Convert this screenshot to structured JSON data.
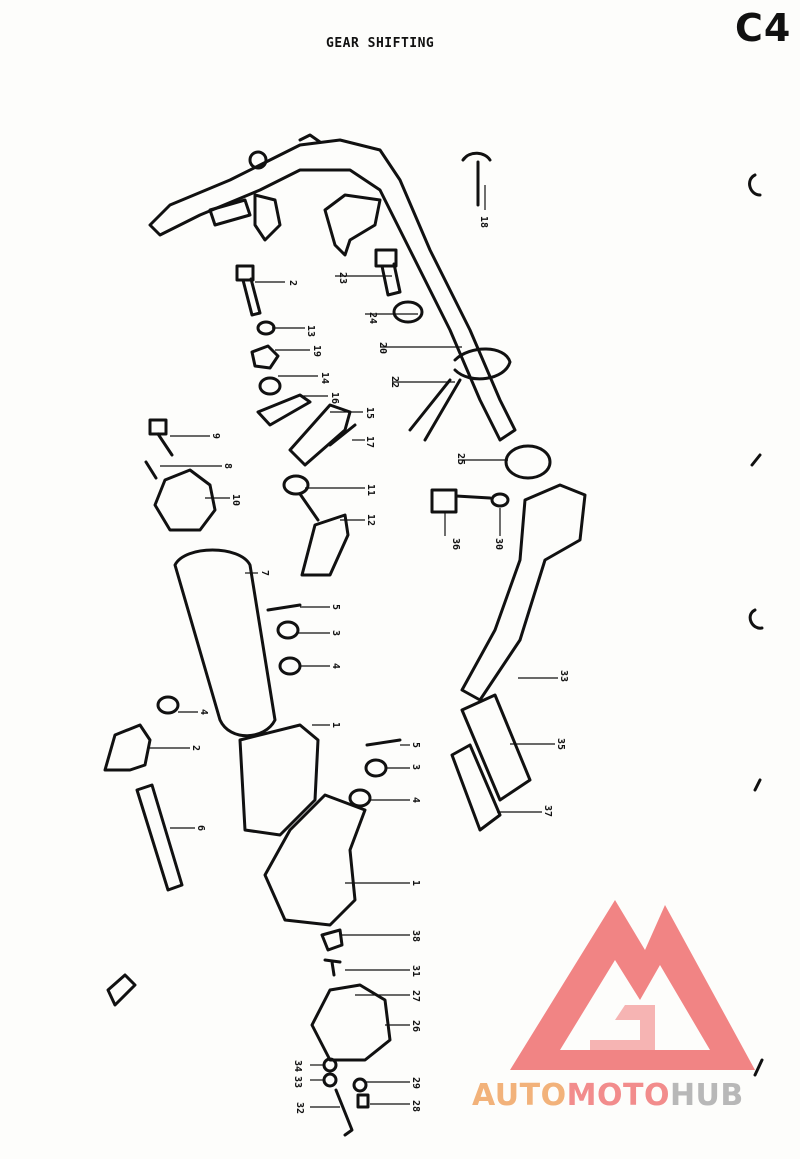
{
  "page": {
    "title": "GEAR SHIFTING",
    "section_code": "C4"
  },
  "callouts": [
    {
      "id": "c18",
      "label": "18"
    },
    {
      "id": "c2",
      "label": "2"
    },
    {
      "id": "c23",
      "label": "23"
    },
    {
      "id": "c24",
      "label": "24"
    },
    {
      "id": "c13",
      "label": "13"
    },
    {
      "id": "c19",
      "label": "19"
    },
    {
      "id": "c14",
      "label": "14"
    },
    {
      "id": "c20",
      "label": "20"
    },
    {
      "id": "c22",
      "label": "22"
    },
    {
      "id": "c16",
      "label": "16"
    },
    {
      "id": "c15",
      "label": "15"
    },
    {
      "id": "c17",
      "label": "17"
    },
    {
      "id": "c9",
      "label": "9"
    },
    {
      "id": "c8",
      "label": "8"
    },
    {
      "id": "c10",
      "label": "10"
    },
    {
      "id": "c25",
      "label": "25"
    },
    {
      "id": "c11",
      "label": "11"
    },
    {
      "id": "c12",
      "label": "12"
    },
    {
      "id": "c36",
      "label": "36"
    },
    {
      "id": "c30",
      "label": "30"
    },
    {
      "id": "c7",
      "label": "7"
    },
    {
      "id": "c5a",
      "label": "5"
    },
    {
      "id": "c3a",
      "label": "3"
    },
    {
      "id": "c4a",
      "label": "4"
    },
    {
      "id": "c33",
      "label": "33"
    },
    {
      "id": "c4b",
      "label": "4"
    },
    {
      "id": "c1a",
      "label": "1"
    },
    {
      "id": "c2b",
      "label": "2"
    },
    {
      "id": "c5b",
      "label": "5"
    },
    {
      "id": "c35",
      "label": "35"
    },
    {
      "id": "c3b",
      "label": "3"
    },
    {
      "id": "c4c",
      "label": "4"
    },
    {
      "id": "c37",
      "label": "37"
    },
    {
      "id": "c6",
      "label": "6"
    },
    {
      "id": "c1b",
      "label": "1"
    },
    {
      "id": "c38",
      "label": "38"
    },
    {
      "id": "c31",
      "label": "31"
    },
    {
      "id": "c27",
      "label": "27"
    },
    {
      "id": "c26",
      "label": "26"
    },
    {
      "id": "c34",
      "label": "34"
    },
    {
      "id": "c33b",
      "label": "33"
    },
    {
      "id": "c29",
      "label": "29"
    },
    {
      "id": "c32",
      "label": "32"
    },
    {
      "id": "c28",
      "label": "28"
    }
  ],
  "watermark": {
    "part1": "AUTO",
    "part2": "MOTO",
    "part3": "HUB",
    "color1": "#f2b27a",
    "color2": "#f28c8c",
    "color3": "#b8b8b8",
    "logo_color": "#f07070"
  }
}
